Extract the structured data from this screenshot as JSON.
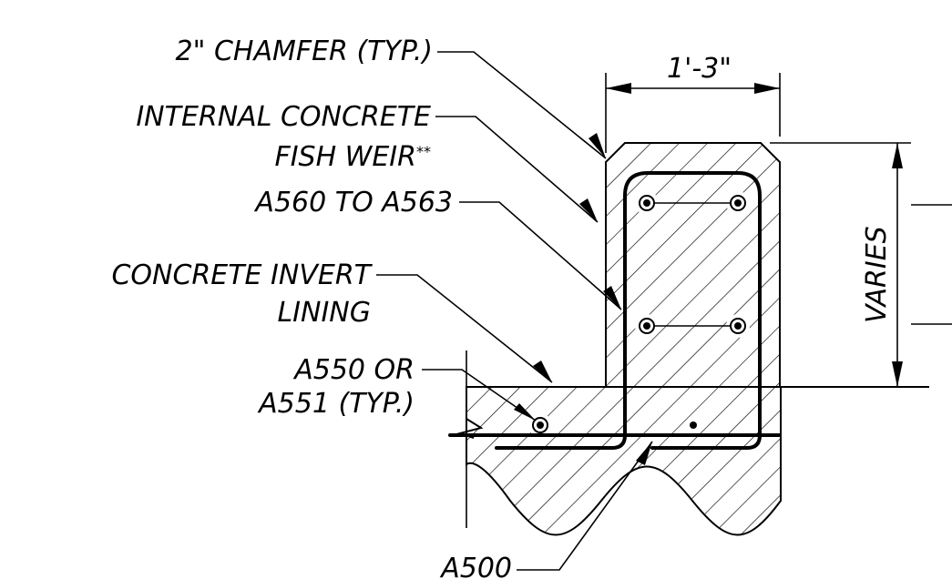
{
  "labels": {
    "chamfer": "2\" CHAMFER (TYP.)",
    "weir_line1": "INTERNAL CONCRETE",
    "weir_line2": "FISH WEIR",
    "weir_mark": "**",
    "bars_weir": "A560 TO A563",
    "invert_line1": "CONCRETE INVERT",
    "invert_line2": "LINING",
    "bars_invert_line1": "A550 OR",
    "bars_invert_line2": "A551 (TYP.)",
    "bar_bottom": "A500"
  },
  "dimensions": {
    "width": "1'-3\"",
    "height": "VARIES"
  }
}
